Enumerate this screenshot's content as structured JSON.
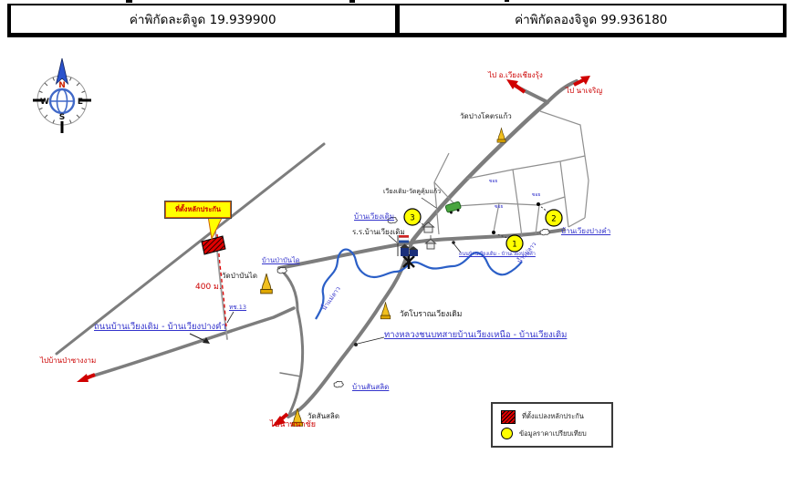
{
  "header": {
    "latitude": "ค่าพิกัดละติจูด 19.939900",
    "longitude": "ค่าพิกัดลองจิจูด 99.936180"
  },
  "compass": {
    "north": "N",
    "east": "E",
    "south": "S",
    "west": "W"
  },
  "map": {
    "callout_collateral": "ที่ตั้งหลักประกัน",
    "distance": "400 ม.",
    "road_code": "ทช.13",
    "villages": {
      "ban_pa_bandai": "บ้านป่าบันได",
      "ban_wiang_doem": "บ้านเวียงเดิม",
      "ban_wiang_pang_kham": "บ้านเวียงปางคำ",
      "ban_san_salit": "บ้านสันสลิด"
    },
    "temples": {
      "wat_pa_bandai": "วัดป่าบันได",
      "wat_pang_khot_kaeo": "วัดปางโคตรแก้ว",
      "wat_boran_wiang_doem": "วัดโบราณเวียงเดิม",
      "wat_san_salit": "วัดสันสลิด"
    },
    "places": {
      "school": "ร.ร.บ้านเวียงเดิม",
      "old_city": "เวียงเดิม-วัดคูคุ้มแก้ว"
    },
    "roads": {
      "road_main": "ถนนบ้านเวียงเดิม - บ้านเวียงปางคำ",
      "road_main_2": "ถนนบ้านเวียงเดิม - บ้านเวียงปางคำ",
      "rural_highway": "ทางหลวงชนบทสายบ้านเวียงเหนือ - บ้านเวียงเดิม",
      "soi": "ซอย"
    },
    "directions": {
      "to_wiang_chiang_rung": "ไป อ.เวียงเชียงรุ้ง",
      "to_na_charoen": "ไป นาเจริญ",
      "to_ban_pa_sang": "ไปบ้านป่าซางงาม",
      "to_na_phana_chai": "ไปนาพนาชัย"
    },
    "river": "น้ำแม่ลาว",
    "comparison_markers": [
      "3",
      "1",
      "2"
    ]
  },
  "legend": {
    "collateral_plot": "ที่ตั้งแปลงหลักประกัน",
    "comparable_price": "ข้อมูลราคาเปรียบเทียบ"
  },
  "colors": {
    "road": "#7d7d7d",
    "river": "#2b5fc7",
    "highlight_red": "#dd0000",
    "marker_yellow": "#ffff00",
    "label_blue": "#3333cc"
  }
}
